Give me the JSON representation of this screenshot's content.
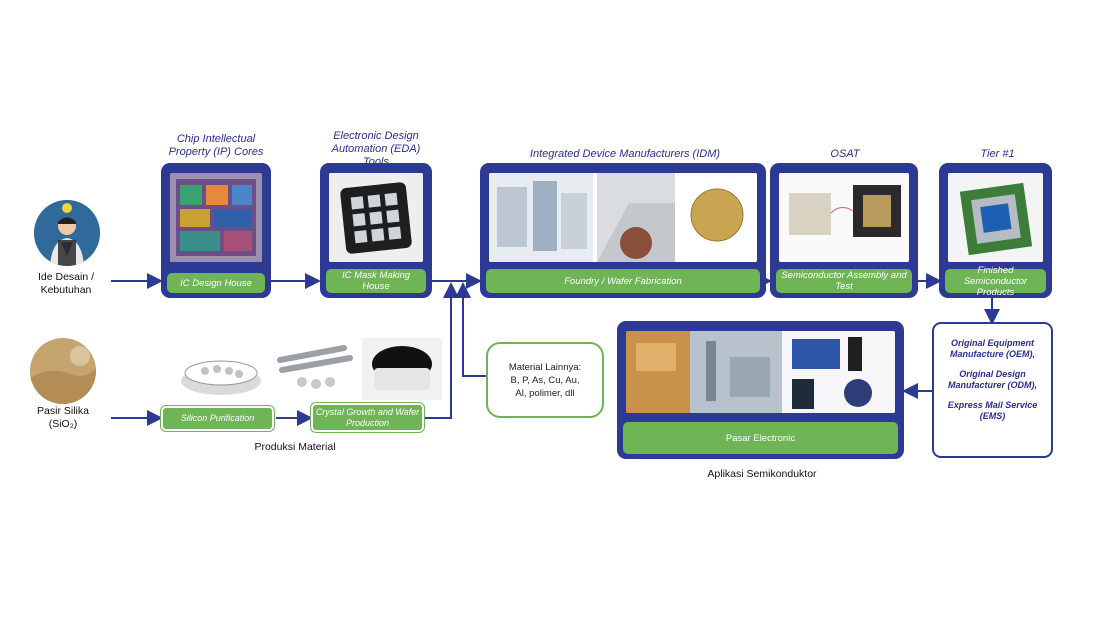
{
  "inputs": {
    "idea_label": "Ide Desain / Kebutuhan",
    "sand_label": "Pasir Silika",
    "sand_formula": "(SiO₂)"
  },
  "stages": {
    "ip_title": "Chip Intellectual Property (IP) Cores",
    "ip_caption": "IC Design House",
    "eda_title": "Electronic Design Automation (EDA) Tools",
    "eda_caption": "IC Mask Making House",
    "idm_title": "Integrated Device Manufacturers (IDM)",
    "idm_caption": "Foundry / Wafer Fabrication",
    "osat_title": "OSAT",
    "osat_caption": "Semiconductor Assembly and Test",
    "tier_title": "Tier #1",
    "tier_caption": "Finished Semiconductor Products"
  },
  "material": {
    "silicon": "Silicon Purification",
    "crystal": "Crystal Growth and Wafer Production",
    "section_label": "Produksi Material",
    "other_title": "Material Lainnya:",
    "other_list_1": "B, P, As, Cu, Au,",
    "other_list_2": "Al, polimer, dll"
  },
  "application": {
    "market_caption": "Pasar Electronic",
    "section_label": "Aplikasi Semikonduktor"
  },
  "manufacturers": {
    "oem": "Original Equipment Manufacture (OEM),",
    "odm": "Original Design Manufacturer (ODM),",
    "ems": "Express Mail Service (EMS)"
  },
  "colors": {
    "frame_blue": "#2c3a94",
    "label_green": "#6fb455",
    "arrow": "#2c3a94"
  }
}
